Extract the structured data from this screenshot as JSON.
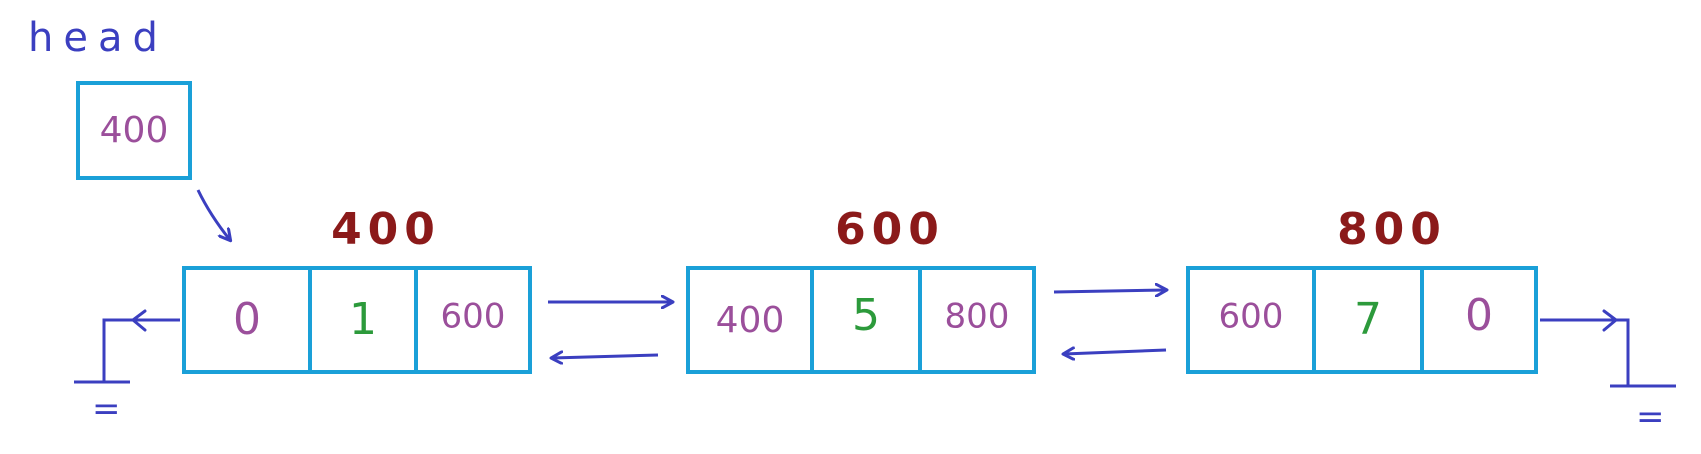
{
  "colors": {
    "box": "#1aa0d8",
    "arrow": "#3b3fc0",
    "pointer": "#9b4f9b",
    "data": "#2c9a3b",
    "address": "#8b1a1a",
    "label": "#3b3fc0"
  },
  "head": {
    "label": "head",
    "value": "400"
  },
  "nodes": [
    {
      "address": "400",
      "prev": "0",
      "data": "1",
      "next": "600"
    },
    {
      "address": "600",
      "prev": "400",
      "data": "5",
      "next": "800"
    },
    {
      "address": "800",
      "prev": "600",
      "data": "7",
      "next": "0"
    }
  ],
  "ground_symbol": "="
}
